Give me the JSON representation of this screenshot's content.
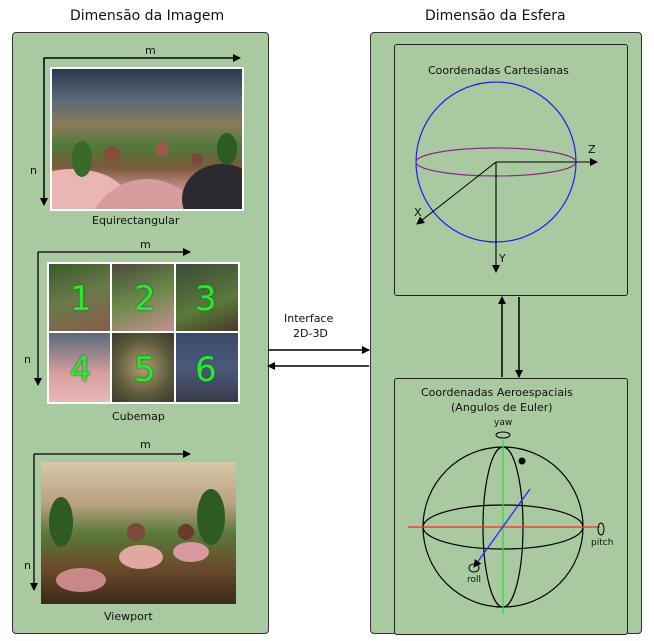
{
  "left_title": "Dimensão da Imagem",
  "right_title": "Dimensão da Esfera",
  "equirect": {
    "label": "Equirectangular",
    "m": "m",
    "n": "n"
  },
  "cubemap": {
    "label": "Cubemap",
    "m": "m",
    "n": "n",
    "faces": [
      "1",
      "2",
      "3",
      "4",
      "5",
      "6"
    ]
  },
  "viewport": {
    "label": "Viewport",
    "m": "m",
    "n": "n"
  },
  "interface": {
    "line1": "Interface",
    "line2": "2D-3D"
  },
  "cartesian": {
    "title": "Coordenadas Cartesianas",
    "x": "X",
    "y": "Y",
    "z": "Z"
  },
  "aero": {
    "title_line1": "Coordenadas Aeroespaciais",
    "title_line2": "(Angulos de Euler)",
    "yaw": "yaw",
    "pitch": "pitch",
    "roll": "roll"
  },
  "colors": {
    "panel": "#a9c9a0",
    "sphere_blue": "#1a1aff",
    "equator_purple": "#8a2a8a",
    "digit_green": "#2ee62e",
    "axis_red": "#ff2a2a",
    "axis_green": "#33dd33",
    "axis_blue": "#2a2aff"
  }
}
